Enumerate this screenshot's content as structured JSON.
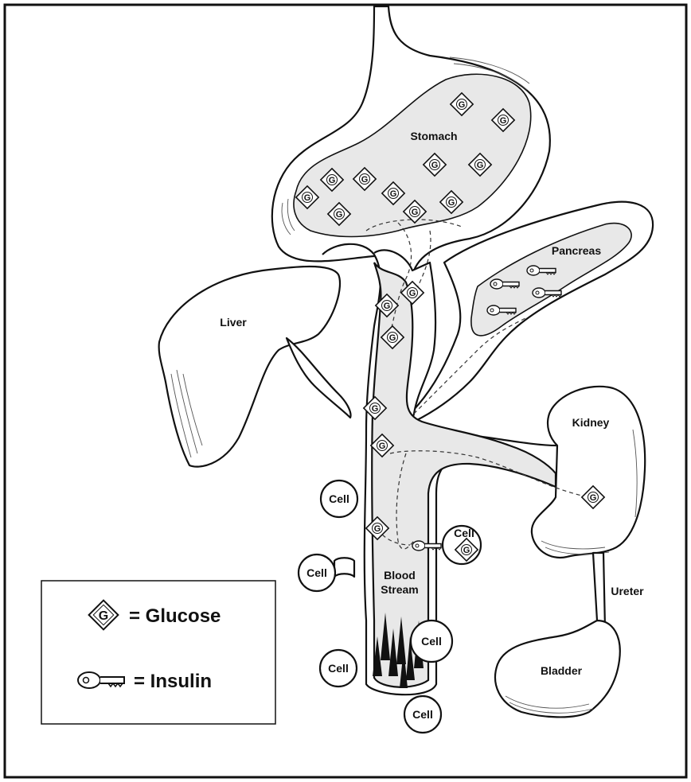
{
  "labels": {
    "stomach": "Stomach",
    "pancreas": "Pancreas",
    "liver": "Liver",
    "kidney": "Kidney",
    "ureter": "Ureter",
    "bladder": "Bladder",
    "blood_stream_line1": "Blood",
    "blood_stream_line2": "Stream",
    "cell": "Cell"
  },
  "glucose_symbol_letter": "G",
  "legend": {
    "glucose": "= Glucose",
    "insulin": "= Insulin"
  },
  "colors": {
    "ink": "#111111",
    "fill_grey": "#e8e8e8",
    "background": "#ffffff"
  }
}
